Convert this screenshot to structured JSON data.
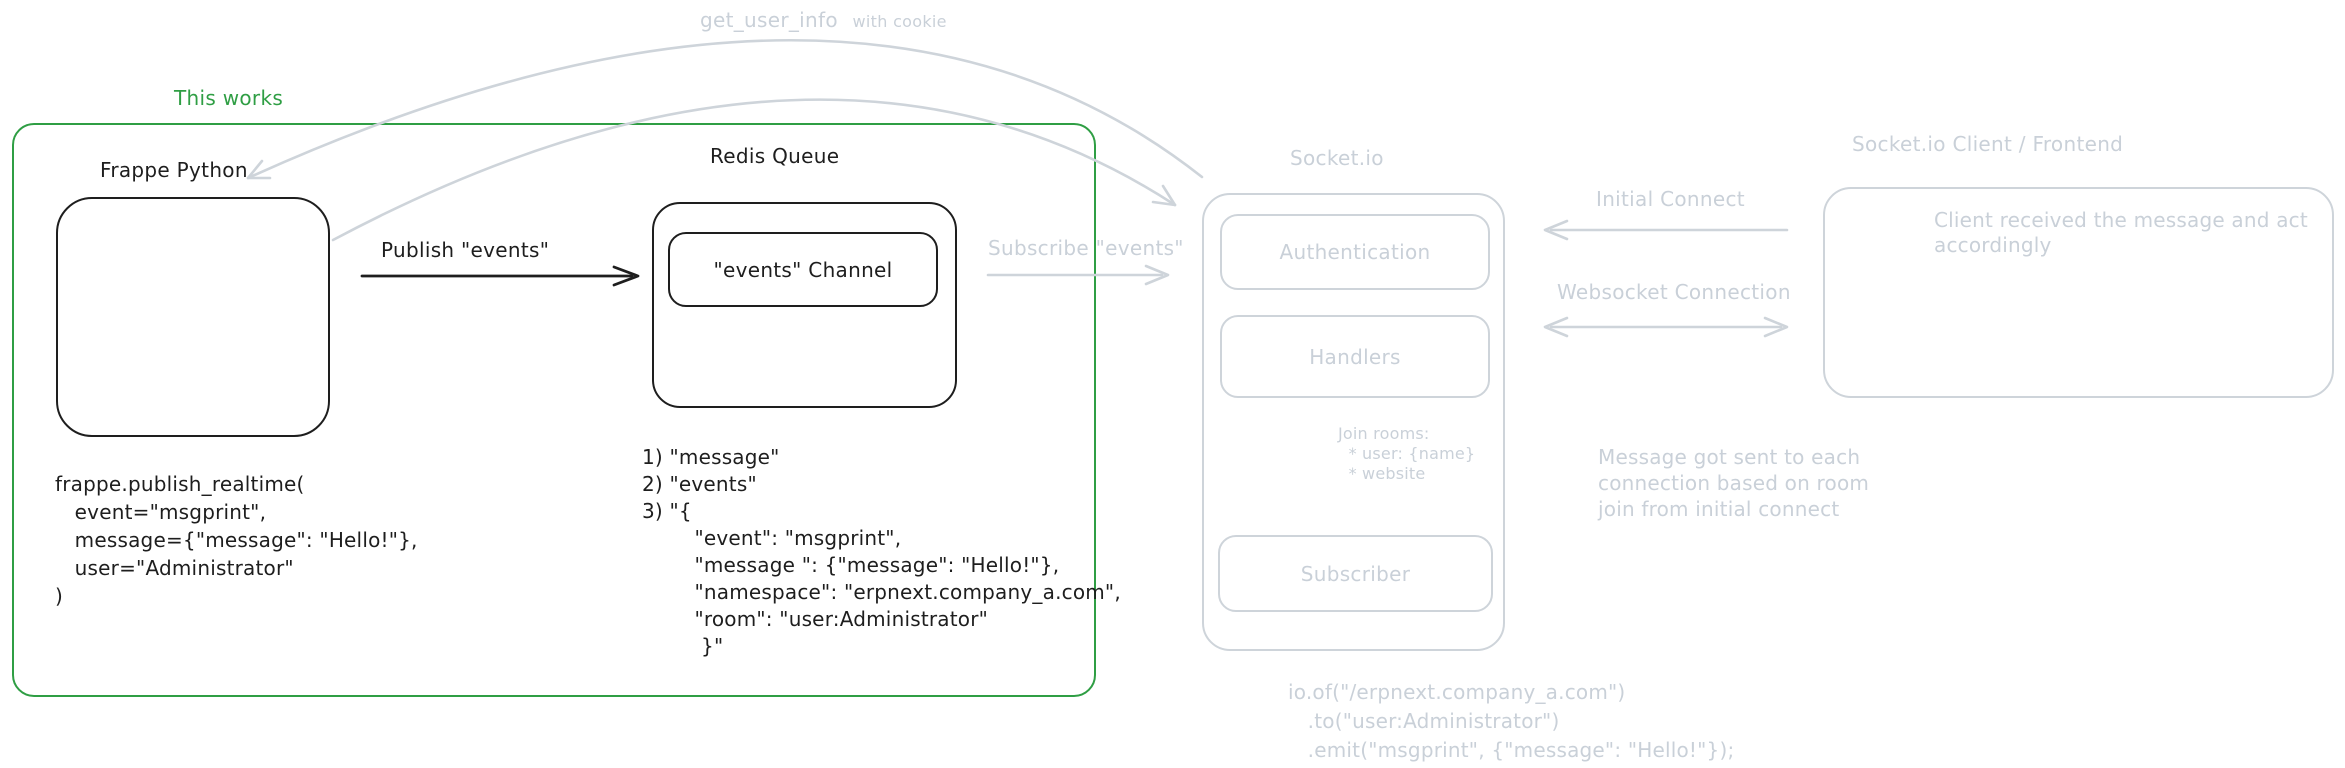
{
  "colors": {
    "accent_green": "#2f9e44",
    "ink_black": "#1e1e1e",
    "muted_gray": "#ced4da"
  },
  "handshake": {
    "label": "get_user_info",
    "suffix": "with cookie"
  },
  "green_group": {
    "caption": "This works",
    "frappe": {
      "title": "Frappe Python",
      "code": [
        "frappe.publish_realtime(",
        "   event=\"msgprint\",",
        "   message={\"message\": \"Hello!\"},",
        "   user=\"Administrator\"",
        ")"
      ]
    },
    "publish_label": "Publish \"events\"",
    "redis": {
      "title": "Redis Queue",
      "channel_label": "\"events\" Channel",
      "entries": [
        "1) \"message\"",
        "2) \"events\"",
        "3) \"{",
        "        \"event\": \"msgprint\",",
        "        \"message \": {\"message\": \"Hello!\"},",
        "        \"namespace\": \"erpnext.company_a.com\",",
        "        \"room\": \"user:Administrator\"",
        "         }\""
      ]
    }
  },
  "subscribe_label": "Subscribe \"events\"",
  "socketio": {
    "title": "Socket.io",
    "authentication_label": "Authentication",
    "handlers_label": "Handlers",
    "join_rooms": [
      "Join rooms:",
      "  * user: {name}",
      "  * website"
    ],
    "subscriber_label": "Subscriber",
    "code": [
      "io.of(\"/erpnext.company_a.com\")",
      "   .to(\"user:Administrator\")",
      "   .emit(\"msgprint\", {\"message\": \"Hello!\"});"
    ]
  },
  "connections": {
    "initial": "Initial Connect",
    "websocket": "Websocket Connection"
  },
  "client": {
    "title": "Socket.io Client / Frontend",
    "body": [
      "Client received the message and act",
      "accordingly"
    ],
    "note": [
      "Message got sent to each",
      "connection based on room",
      "join from initial connect"
    ]
  }
}
